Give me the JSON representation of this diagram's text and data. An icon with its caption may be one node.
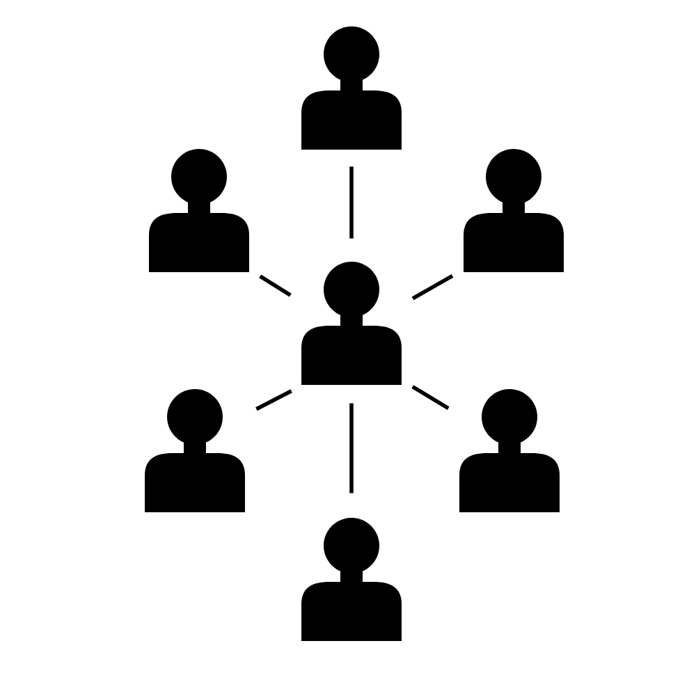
{
  "diagram": {
    "nodes": [
      {
        "text": [],
        "shape": "person"
      },
      {
        "text": [],
        "shape": "person"
      },
      {
        "text": [],
        "shape": "person"
      },
      {
        "text": [],
        "shape": "person"
      },
      {
        "text": [],
        "shape": "person"
      },
      {
        "text": [],
        "shape": "person"
      },
      {
        "text": [],
        "shape": "person"
      }
    ],
    "edges": [
      {
        "from": 3,
        "to": 0,
        "arrow": "none"
      },
      {
        "from": 3,
        "to": 1,
        "arrow": "none"
      },
      {
        "from": 3,
        "to": 2,
        "arrow": "none"
      },
      {
        "from": 3,
        "to": 4,
        "arrow": "none"
      },
      {
        "from": 3,
        "to": 5,
        "arrow": "none"
      },
      {
        "from": 3,
        "to": 6,
        "arrow": "none"
      }
    ]
  }
}
